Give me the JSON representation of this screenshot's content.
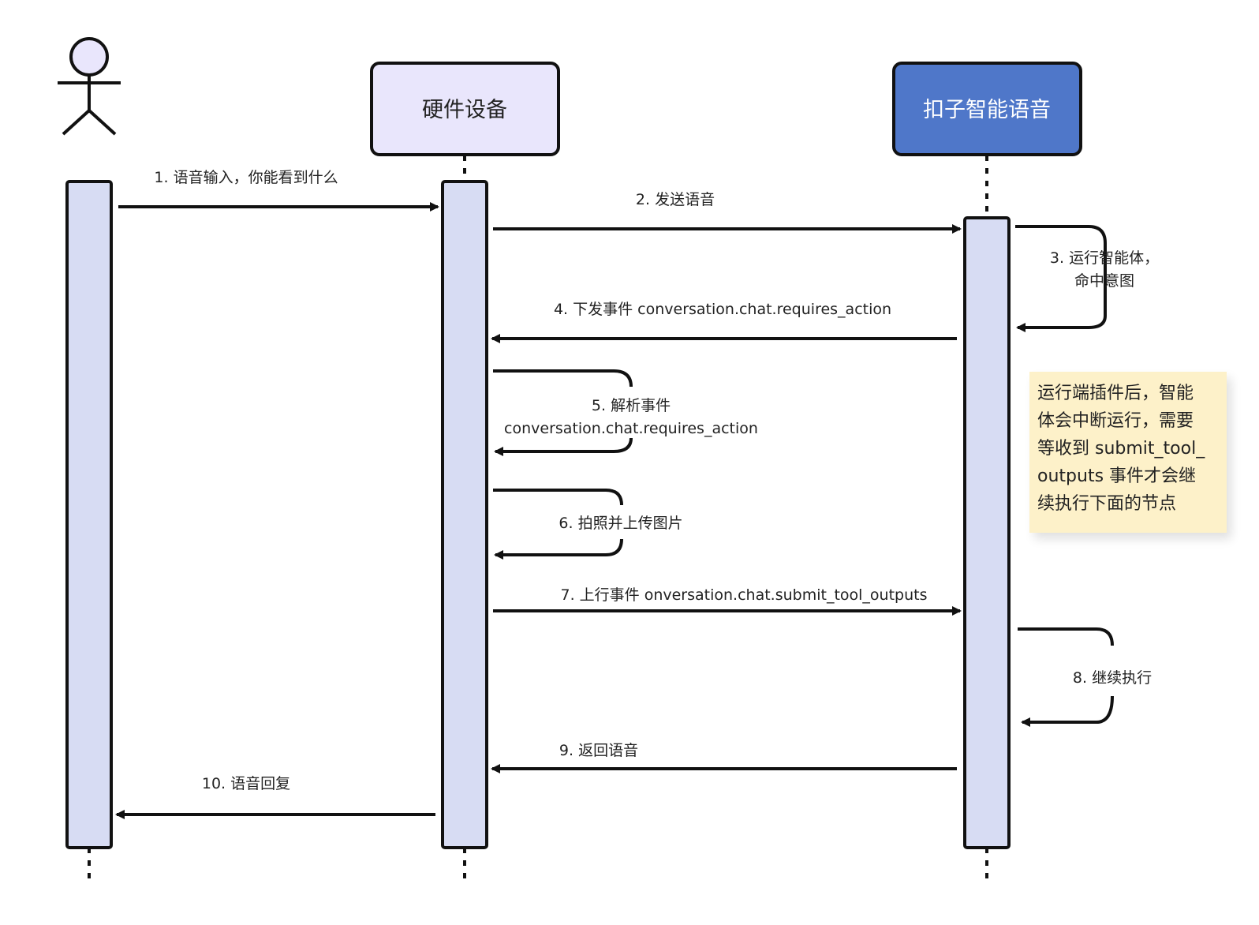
{
  "participants": {
    "user": {
      "label": ""
    },
    "device": {
      "label": "硬件设备",
      "fill": "#e9e6fc"
    },
    "coze": {
      "label": "扣子智能语音",
      "fill": "#4f77c9"
    }
  },
  "messages": {
    "m1": "1. 语音输入，你能看到什么",
    "m2": "2. 发送语音",
    "m3_line1": "3. 运行智能体，",
    "m3_line2": "命中意图",
    "m4": "4. 下发事件 conversation.chat.requires_action",
    "m5_line1": "5. 解析事件",
    "m5_line2": "conversation.chat.requires_action",
    "m6": "6. 拍照并上传图片",
    "m7": "7. 上行事件 onversation.chat.submit_tool_outputs",
    "m8": "8. 继续执行",
    "m9": "9. 返回语音",
    "m10": "10. 语音回复"
  },
  "note": {
    "lines": [
      "运行端插件后，智能",
      "体会中断运行，需要",
      "等收到 submit_tool_",
      "outputs 事件才会继",
      "续执行下面的节点"
    ],
    "fill": "#fdf1c9"
  },
  "colors": {
    "activation": "#d7dcf3",
    "stroke": "#111111"
  }
}
